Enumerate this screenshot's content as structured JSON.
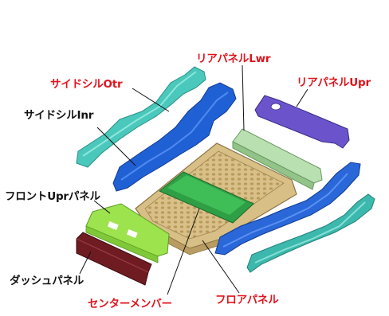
{
  "diagram": {
    "colors": {
      "label_red": "#e0141e",
      "label_black": "#111111",
      "side_sill_outer": "#45c6b9",
      "side_sill_inner": "#1f5fd3",
      "rear_panel_lower": "#b7dfae",
      "rear_panel_upper": "#6a52c9",
      "floor_panel": "#d8bf86",
      "center_member": "#2e9e45",
      "front_upper_panel": "#9be24c",
      "dash_panel": "#6e1b22"
    },
    "parts": [
      {
        "id": "side_sill_outer",
        "label": "サイドシルOtr"
      },
      {
        "id": "side_sill_inner",
        "label": "サイドシルInr"
      },
      {
        "id": "rear_panel_lower",
        "label": "リアパネルLwr"
      },
      {
        "id": "rear_panel_upper",
        "label": "リアパネルUpr"
      },
      {
        "id": "front_upper_panel",
        "label": "フロントUprパネル"
      },
      {
        "id": "dash_panel",
        "label": "ダッシュパネル"
      },
      {
        "id": "center_member",
        "label": "センターメンバー"
      },
      {
        "id": "floor_panel",
        "label": "フロアパネル"
      }
    ]
  }
}
